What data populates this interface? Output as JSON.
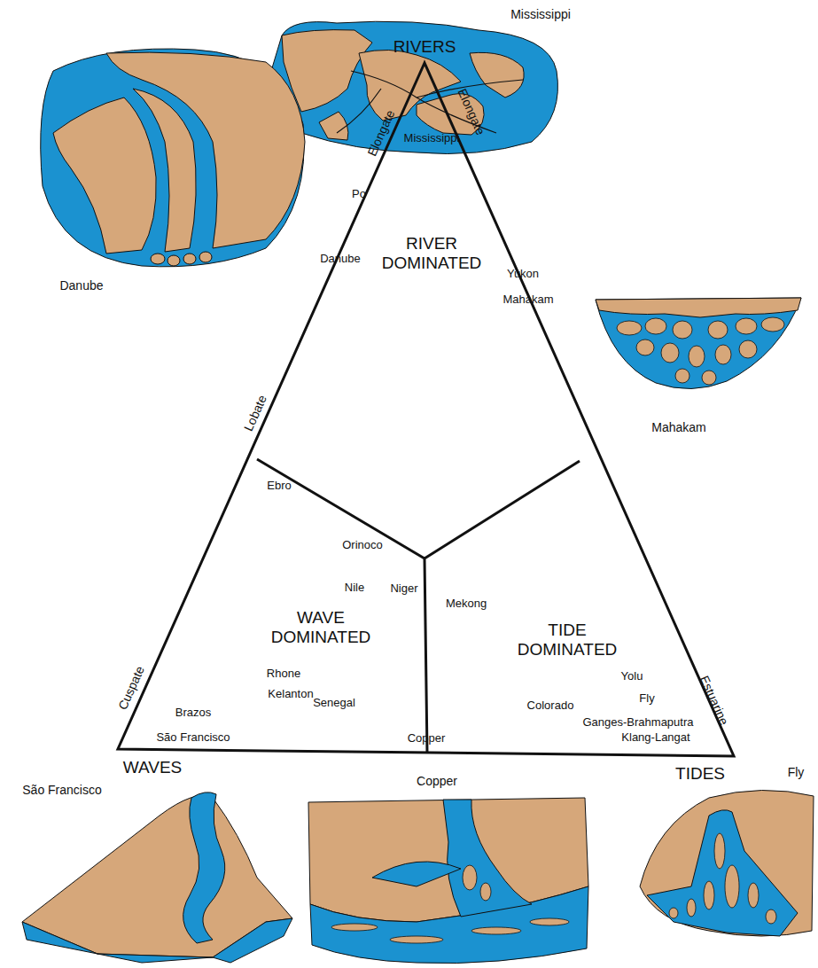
{
  "diagram": {
    "labels": [
      "Mississippi",
      "RIVERS",
      "Elongate",
      "Elongate",
      "Mississippi",
      "Po",
      "RIVER DOMINATED",
      "Danube",
      "Danube",
      "Yukon",
      "Mahakam",
      "Mahakam",
      "Lobate",
      "Ebro",
      "Orinoco",
      "Nile",
      "Niger",
      "WAVE DOMINATED",
      "Mekong",
      "TIDE DOMINATED",
      "Yolu",
      "Fly",
      "Rhone",
      "Kelanton",
      "Brazos",
      "Senegal",
      "Colorado",
      "Ganges-Brahmaputra",
      "São Francisco",
      "Copper",
      "Klang-Langat",
      "Cuspate",
      "Estuarine",
      "WAVES",
      "TIDES",
      "São Francisco",
      "Copper",
      "Fly"
    ]
  }
}
